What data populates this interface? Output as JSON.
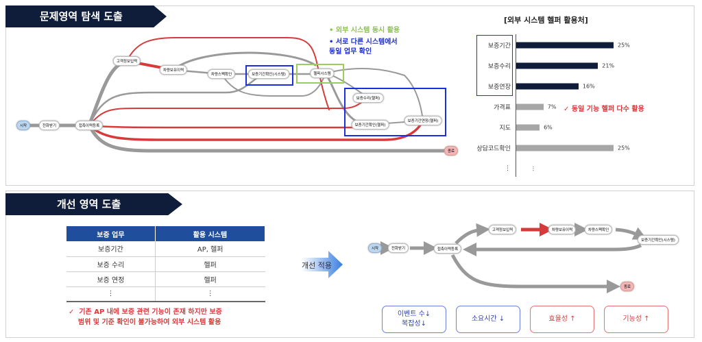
{
  "top": {
    "banner": "문제영역 탐색 도출",
    "legend": {
      "green": "• 외부 시스템 동시 활용",
      "blue": "• 서로 다른 시스템에서\n동일 업무 확인"
    },
    "nodes": [
      "시작",
      "전화받기",
      "접촉이력등록",
      "고객정보입력",
      "차량보유이력",
      "차량스펙확인",
      "보증기간확인(시스템)",
      "헬퍼시스템",
      "보증수리(헬퍼)",
      "보증기간확인(헬퍼)",
      "보증기간연장(헬퍼)",
      "종료"
    ]
  },
  "chart_data": {
    "type": "bar",
    "title": "[외부 시스템 헬퍼 활용처]",
    "categories": [
      "보증기간",
      "보증수리",
      "보증연장",
      "가격표",
      "지도",
      "상담코드확인",
      "⋮"
    ],
    "values": [
      25,
      21,
      16,
      7,
      6,
      25,
      null
    ],
    "labels": [
      "25%",
      "21%",
      "16%",
      "7%",
      "6%",
      "25%",
      "⋮"
    ],
    "highlight": [
      true,
      true,
      true,
      false,
      false,
      false,
      false
    ],
    "colors": {
      "highlight": "#0f1d3a",
      "normal": "#a6a6a6"
    },
    "note": "✓ 동일 기능 헬퍼 다수 활용",
    "xlim": [
      0,
      25
    ]
  },
  "bottom": {
    "banner": "개선 영역 도출",
    "table": {
      "headers": [
        "보증 업무",
        "활용 시스템"
      ],
      "rows": [
        [
          "보증기간",
          "AP, 헬퍼"
        ],
        [
          "보증 수리",
          "헬퍼"
        ],
        [
          "보증 연정",
          "헬퍼"
        ],
        [
          "⋮",
          "⋮"
        ]
      ]
    },
    "note": "✓  기존 AP 내에 보증 관련 기능이 존재 하지만 보증\n    범위 및 기준 확인이 불가능하여 외부 시스템 활용",
    "arrow_label": "개선 적용",
    "nodes": [
      "시작",
      "전화받기",
      "접촉이력등록",
      "고객정보입력",
      "차량보유이력",
      "차량스펙확인",
      "보증기간확인(시스템)",
      "종료"
    ],
    "kpis": [
      "이벤트 수↓\n복잡성↓",
      "소요시간 ↓",
      "효율성 ↑",
      "기능성 ↑"
    ]
  }
}
